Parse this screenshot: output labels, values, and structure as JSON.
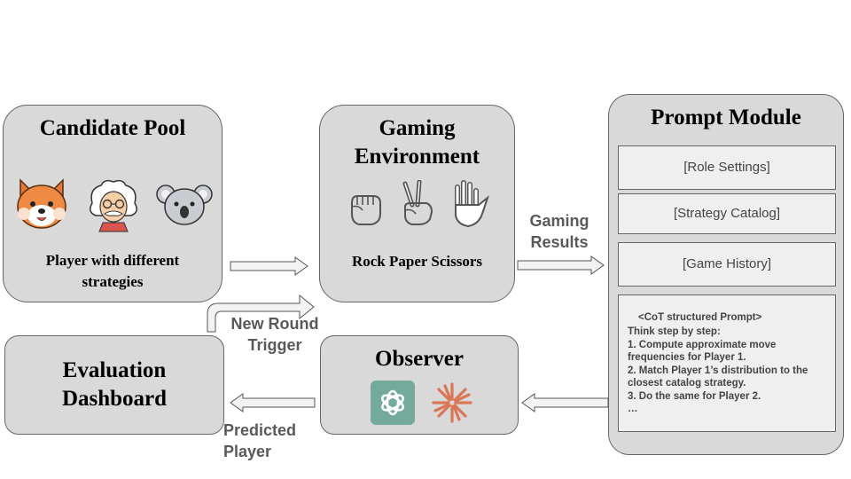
{
  "candidate_pool": {
    "title": "Candidate Pool",
    "caption": "Player with different strategies"
  },
  "gaming_environment": {
    "title": "Gaming Environment",
    "caption": "Rock Paper Scissors"
  },
  "prompt_module": {
    "title": "Prompt Module",
    "items": [
      "[Role Settings]",
      "[Strategy Catalog]",
      "[Game History]"
    ],
    "cot_header": "<CoT structured Prompt>",
    "cot_lines": [
      "Think step by step:",
      "1. Compute approximate move frequencies for Player 1.",
      "2. Match Player 1’s distribution to the closest catalog strategy.",
      "3. Do the same for Player 2.",
      "…"
    ]
  },
  "observer": {
    "title": "Observer"
  },
  "evaluation_dashboard": {
    "title": "Evaluation Dashboard"
  },
  "edge_labels": {
    "gaming_results": "Gaming Results",
    "new_round_trigger": "New Round Trigger",
    "predicted_player": "Predicted Player"
  },
  "colors": {
    "box_fill": "#d9d9d9",
    "inner_fill": "#efefef",
    "label_gray": "#595959",
    "claude_orange": "#d97757",
    "openai_green": "#74aa9c"
  },
  "icons": [
    "shiba-dog-icon",
    "einstein-icon",
    "koala-icon",
    "rock-hand-icon",
    "scissors-hand-icon",
    "paper-hand-icon",
    "openai-logo-icon",
    "claude-logo-icon"
  ]
}
